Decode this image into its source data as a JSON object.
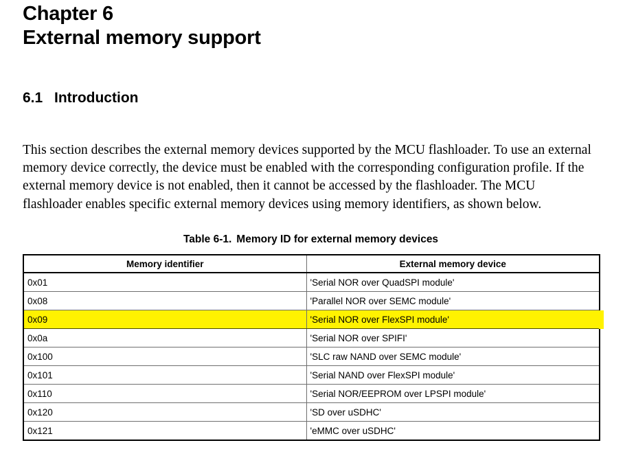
{
  "document": {
    "chapter_number": "Chapter 6",
    "chapter_title": "External memory support",
    "section": {
      "number": "6.1",
      "title": "Introduction"
    },
    "intro_paragraph": "This section describes the external memory devices supported by the MCU flashloader. To use an external memory device correctly, the device must be enabled with the corresponding configuration profile. If the external memory device is not enabled, then it cannot be accessed by the flashloader. The MCU flashloader enables specific external memory devices using memory identifiers, as shown below."
  },
  "table": {
    "caption_label": "Table 6-1.",
    "caption_title": "Memory ID for external memory devices",
    "columns": [
      "Memory identifier",
      "External memory device"
    ],
    "highlight_color": "#fff200",
    "highlighted_row_index": 2,
    "rows": [
      {
        "memory_identifier": "0x01",
        "external_memory_device": "'Serial NOR over QuadSPI module'",
        "highlighted": false
      },
      {
        "memory_identifier": "0x08",
        "external_memory_device": "'Parallel NOR over SEMC module'",
        "highlighted": false
      },
      {
        "memory_identifier": "0x09",
        "external_memory_device": "'Serial NOR over FlexSPI module'",
        "highlighted": true
      },
      {
        "memory_identifier": "0x0a",
        "external_memory_device": "'Serial NOR over SPIFI'",
        "highlighted": false
      },
      {
        "memory_identifier": "0x100",
        "external_memory_device": "'SLC raw NAND over SEMC module'",
        "highlighted": false
      },
      {
        "memory_identifier": "0x101",
        "external_memory_device": "'Serial NAND over FlexSPI module'",
        "highlighted": false
      },
      {
        "memory_identifier": "0x110",
        "external_memory_device": "'Serial NOR/EEPROM over LPSPI module'",
        "highlighted": false
      },
      {
        "memory_identifier": "0x120",
        "external_memory_device": "'SD over uSDHC'",
        "highlighted": false
      },
      {
        "memory_identifier": "0x121",
        "external_memory_device": "'eMMC over uSDHC'",
        "highlighted": false
      }
    ]
  }
}
